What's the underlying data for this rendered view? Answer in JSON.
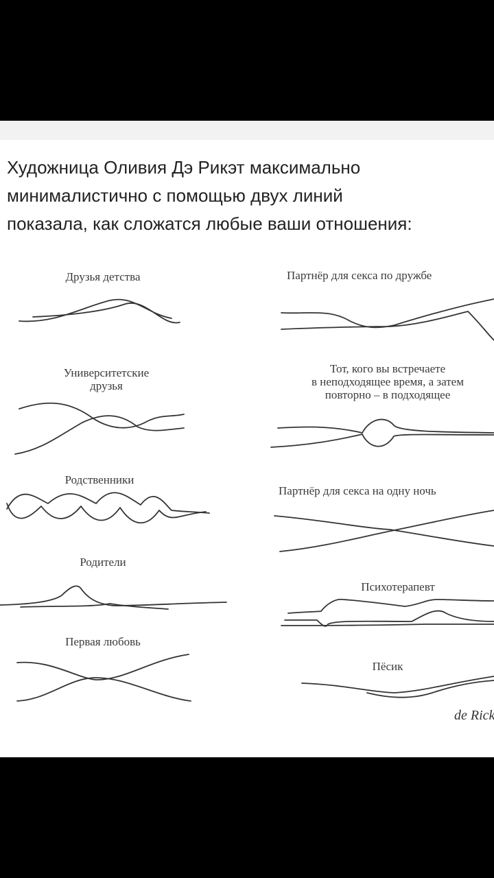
{
  "post": {
    "caption_lines": [
      "Художница Оливия Дэ Рикэт максимально",
      "минималистично с помощью двух линий",
      "показала, как сложатся любые ваши отношения:"
    ]
  },
  "illustrations": {
    "left": [
      {
        "lines": [
          "Друзья детства"
        ]
      },
      {
        "lines": [
          "Университетские",
          "друзья"
        ]
      },
      {
        "lines": [
          "Родственники"
        ]
      },
      {
        "lines": [
          "Родители"
        ]
      },
      {
        "lines": [
          "Первая любовь"
        ]
      }
    ],
    "right": [
      {
        "lines": [
          "Партнёр для секса по дружбе"
        ]
      },
      {
        "lines": [
          "Тот, кого вы встречаете",
          "в неподходящее время, а затем",
          "повторно – в подходящее"
        ]
      },
      {
        "lines": [
          "Партнёр для секса на одну ночь"
        ]
      },
      {
        "lines": [
          "Психотерапевт"
        ]
      },
      {
        "lines": [
          "Пёсик"
        ]
      }
    ],
    "signature": "de Ricket"
  }
}
